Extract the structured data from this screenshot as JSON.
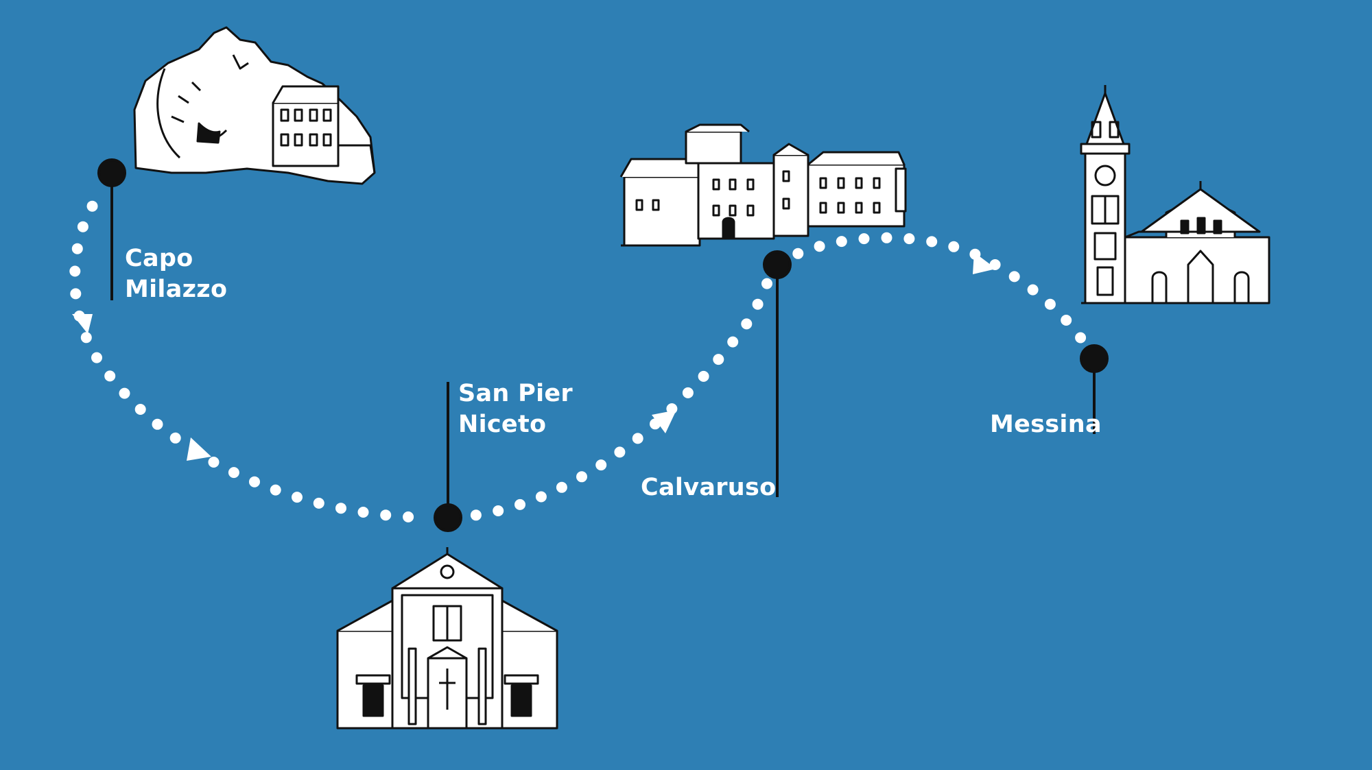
{
  "route": {
    "colors": {
      "background": "#2e7fb4",
      "ink": "#111111",
      "dots": "#ffffff",
      "drawing_fill": "#ffffff"
    },
    "stops": [
      {
        "id": "capo-milazzo",
        "lines": [
          "Capo",
          "Milazzo"
        ],
        "icon": "castle-rock-icon"
      },
      {
        "id": "san-pier-niceto",
        "lines": [
          "San Pier",
          "Niceto"
        ],
        "icon": "church-facade-icon"
      },
      {
        "id": "calvaruso",
        "lines": [
          "Calvaruso"
        ],
        "icon": "fortress-building-icon"
      },
      {
        "id": "messina",
        "lines": [
          "Messina"
        ],
        "icon": "cathedral-bell-tower-icon"
      }
    ]
  }
}
